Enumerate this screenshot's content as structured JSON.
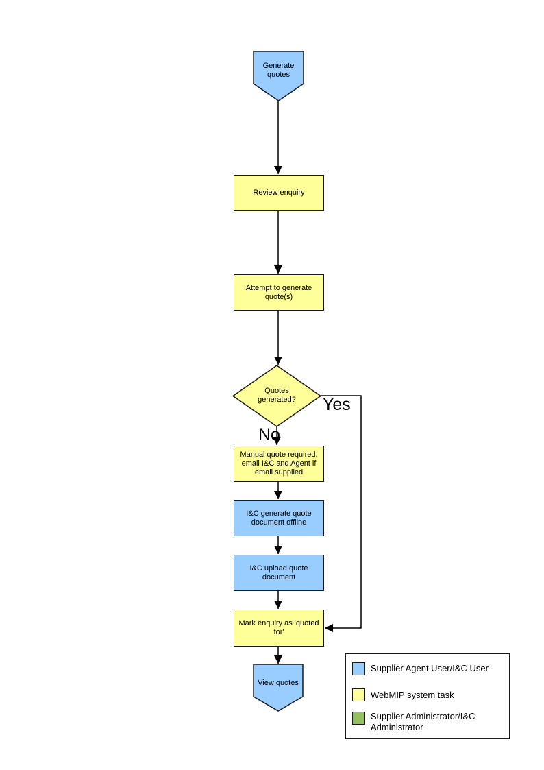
{
  "colors": {
    "blue": "#99CCFF",
    "yellow": "#FFFF99",
    "green": "#92C162",
    "line": "#000000"
  },
  "flowchart": {
    "nodes": {
      "start": {
        "label": "Generate quotes",
        "shape": "pentagon",
        "color": "#99CCFF"
      },
      "review": {
        "label": "Review enquiry",
        "shape": "rect",
        "color": "#FFFF99"
      },
      "attempt": {
        "label": "Attempt to generate quote(s)",
        "shape": "rect",
        "color": "#FFFF99"
      },
      "decision": {
        "label": "Quotes generated?",
        "shape": "diamond",
        "color": "#FFFF99"
      },
      "manual": {
        "label": "Manual quote required, email I&C and Agent if email supplied",
        "shape": "rect",
        "color": "#FFFF99"
      },
      "ic_generate": {
        "label": "I&C generate quote document offline",
        "shape": "rect",
        "color": "#99CCFF"
      },
      "ic_upload": {
        "label": "I&C upload quote document",
        "shape": "rect",
        "color": "#99CCFF"
      },
      "mark": {
        "label": "Mark enquiry as 'quoted for'",
        "shape": "rect",
        "color": "#FFFF99"
      },
      "end": {
        "label": "View quotes",
        "shape": "pentagon",
        "color": "#99CCFF"
      }
    },
    "edge_labels": {
      "yes": "Yes",
      "no": "No"
    }
  },
  "legend": {
    "items": [
      {
        "label": "Supplier Agent User/I&C User",
        "color": "#99CCFF"
      },
      {
        "label": "WebMIP system task",
        "color": "#FFFF99"
      },
      {
        "label": "Supplier Administrator/I&C Administrator",
        "color": "#92C162"
      }
    ]
  }
}
